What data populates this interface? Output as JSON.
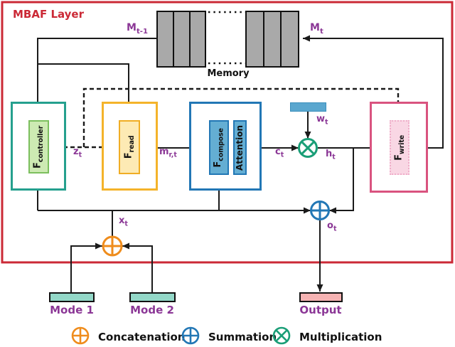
{
  "title": "MBAF Layer",
  "memory": {
    "label": "Memory"
  },
  "signals": {
    "m_prev": {
      "base": "M",
      "sub": "t-1"
    },
    "m_t": {
      "base": "M",
      "sub": "t"
    },
    "z_t": {
      "base": "z",
      "sub": "t"
    },
    "m_rt": {
      "base": "m",
      "sub": "r,t"
    },
    "c_t": {
      "base": "c",
      "sub": "t"
    },
    "w_t": {
      "base": "w",
      "sub": "t"
    },
    "h_t": {
      "base": "h",
      "sub": "t"
    },
    "o_t": {
      "base": "o",
      "sub": "t"
    },
    "x_t": {
      "base": "x",
      "sub": "t"
    }
  },
  "blocks": {
    "controller": {
      "base": "F",
      "sub": "controller"
    },
    "read": {
      "base": "F",
      "sub": "read"
    },
    "compose": {
      "base": "F",
      "sub": "compose"
    },
    "attention": {
      "label": "Attention"
    },
    "write": {
      "base": "F",
      "sub": "write"
    }
  },
  "io": {
    "mode1": "Mode 1",
    "mode2": "Mode 2",
    "output": "Output"
  },
  "legend": [
    {
      "icon": "concatenation-icon",
      "label": "Concatenation",
      "color": "#ef8c1c",
      "symbol": "plus"
    },
    {
      "icon": "summation-icon",
      "label": "Summation",
      "color": "#2277b5",
      "symbol": "plus"
    },
    {
      "icon": "multiplication-icon",
      "label": "Multiplication",
      "color": "#1a9e77",
      "symbol": "cross"
    }
  ],
  "colors": {
    "frame_red": "#cb2936",
    "controller_border": "#25a08e",
    "controller_fill": "#cdeab3",
    "controller_fill_border": "#7cbf5e",
    "read_border": "#f4b32a",
    "read_fill": "#fdeab4",
    "compose_border": "#2277b5",
    "compose_fill": "#64aed3",
    "write_border": "#d9537f",
    "write_fill": "#f9d7e4",
    "wt_bar_fill": "#5aa7cf",
    "memory_fill": "#a9a9a9",
    "mode_fill": "#93d8c8",
    "output_fill": "#f6b3b3",
    "signal_purple": "#8b3796",
    "line_black": "#1a1a1a"
  }
}
